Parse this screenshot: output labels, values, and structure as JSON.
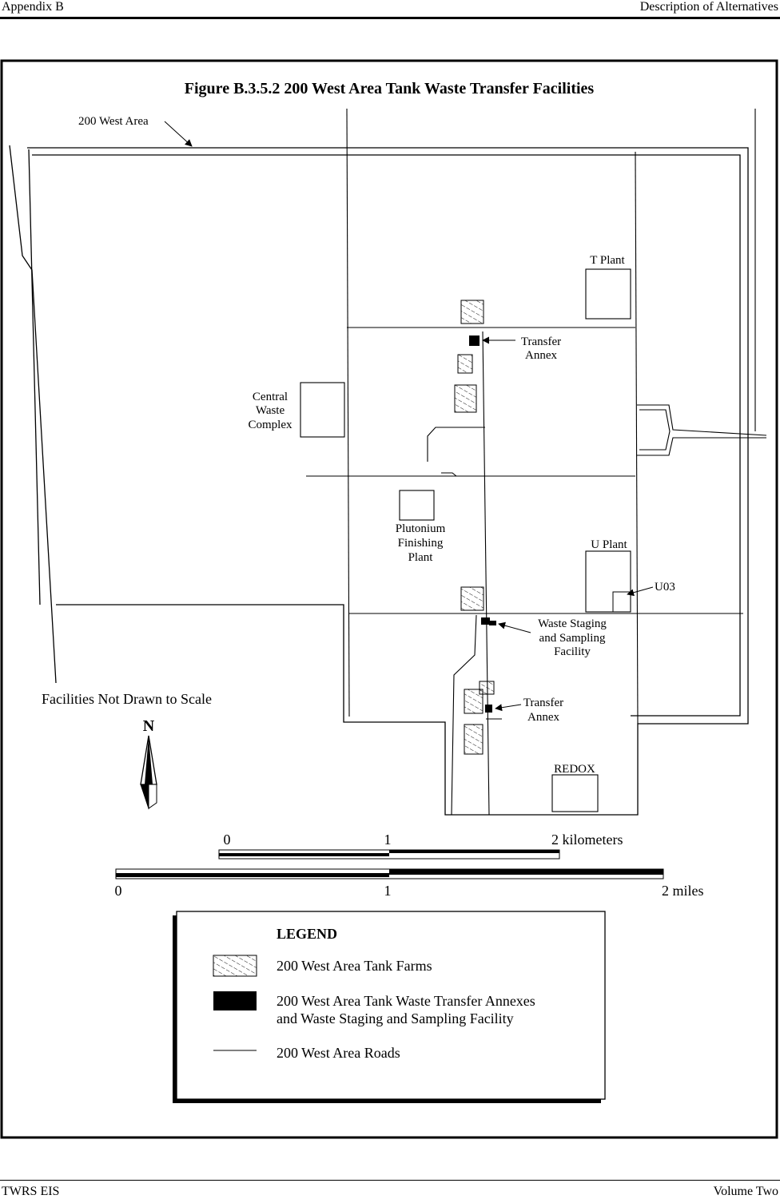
{
  "header": {
    "left": "Appendix B",
    "right": "Description of Alternatives"
  },
  "footer": {
    "left": "TWRS EIS",
    "right": "Volume Two"
  },
  "figure": {
    "title": "Figure B.3.5.2  200 West Area Tank Waste Transfer Facilities",
    "area_label": "200 West Area",
    "note": "Facilities Not Drawn to Scale",
    "north_letter": "N"
  },
  "facilities": {
    "t_plant": "T Plant",
    "transfer_annex_north": [
      "Transfer",
      "Annex"
    ],
    "central_waste_complex": [
      "Central",
      "Waste",
      "Complex"
    ],
    "plutonium_finishing_plant": [
      "Plutonium",
      "Finishing",
      "Plant"
    ],
    "u_plant": "U Plant",
    "u03": "U03",
    "waste_staging": [
      "Waste Staging",
      "and Sampling",
      "Facility"
    ],
    "transfer_annex_south": [
      "Transfer",
      "Annex"
    ],
    "redox": "REDOX"
  },
  "scale": {
    "km_ticks": [
      "0",
      "1",
      "2 kilometers"
    ],
    "mile_ticks": [
      "0",
      "1",
      "2 miles"
    ]
  },
  "legend": {
    "title": "LEGEND",
    "items": [
      {
        "lines": [
          "200 West Area Tank Farms"
        ]
      },
      {
        "lines": [
          "200 West Area Tank Waste Transfer Annexes",
          "and Waste Staging and Sampling Facility"
        ]
      },
      {
        "lines": [
          "200 West Area Roads"
        ]
      }
    ]
  }
}
